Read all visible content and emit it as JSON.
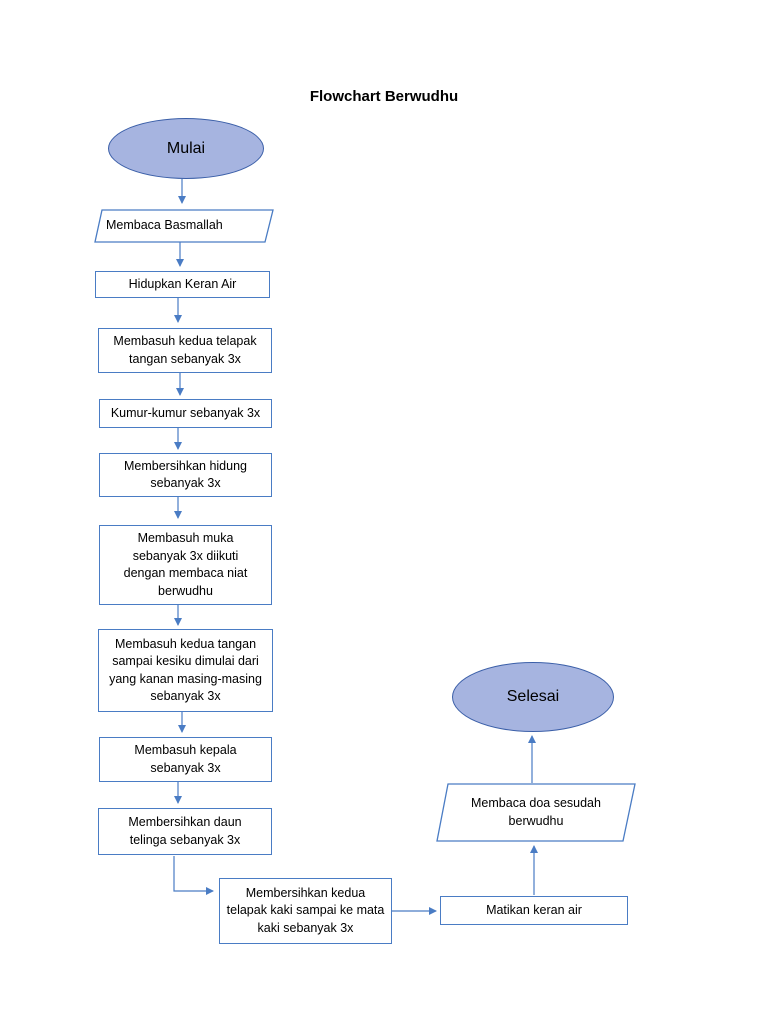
{
  "title": "Flowchart Berwudhu",
  "nodes": {
    "start": "Mulai",
    "basmallah": "Membaca Basmallah",
    "keran": "Hidupkan Keran Air",
    "telapak": "Membasuh kedua telapak tangan sebanyak 3x",
    "kumur": "Kumur-kumur sebanyak 3x",
    "hidung": "Membersihkan hidung sebanyak 3x",
    "muka": "Membasuh muka sebanyak 3x diikuti dengan membaca niat berwudhu",
    "tangan": "Membasuh kedua tangan sampai kesiku dimulai dari yang kanan masing-masing sebanyak 3x",
    "kepala": "Membasuh kepala sebanyak 3x",
    "telinga": "Membersihkan daun telinga sebanyak 3x",
    "kaki": "Membersihkan kedua telapak kaki sampai ke mata kaki sebanyak 3x",
    "matikan": "Matikan keran air",
    "doa": "Membaca doa sesudah berwudhu",
    "end": "Selesai"
  },
  "colors": {
    "line": "#4a7cc4",
    "oval_fill": "#a6b4e0",
    "oval_border": "#3b5fa8"
  }
}
